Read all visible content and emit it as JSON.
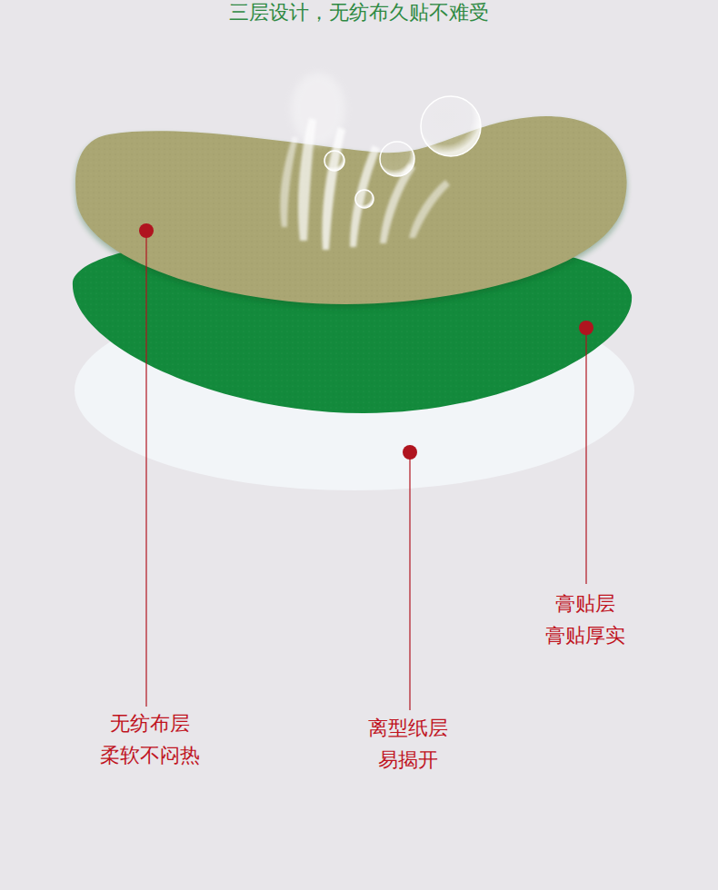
{
  "diagram": {
    "title": "三层设计，无纺布久贴不难受",
    "labels": [
      "无纺布层",
      "柔软不闷热",
      "离型纸层",
      "易揭开",
      "膏贴层",
      "膏贴厚实"
    ]
  }
}
